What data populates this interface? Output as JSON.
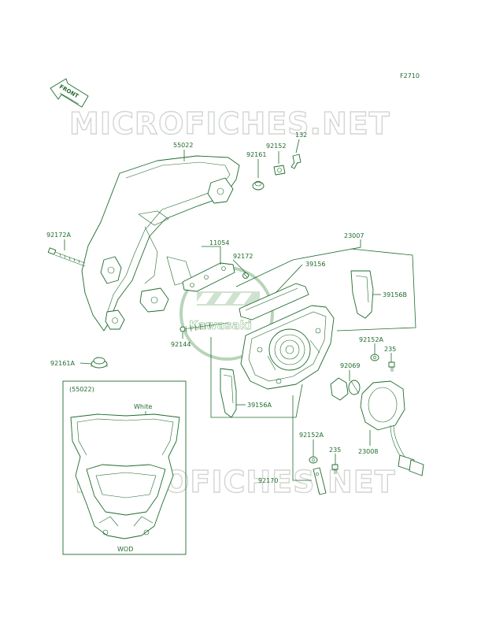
{
  "figure_code": "F2710",
  "front_label": "FRONT",
  "watermark": "MICROFICHES.NET",
  "brand": "Kawasaki",
  "parts": [
    "55022",
    "92161",
    "92152",
    "132",
    "92172A",
    "11054",
    "92172",
    "23007",
    "39156",
    "39156B",
    "92152A",
    "235",
    "92069",
    "92144",
    "92161A",
    "39156A",
    "23008",
    "92152A",
    "235",
    "92170"
  ],
  "variant": {
    "ref": "(55022)",
    "color": "White",
    "label": "WOD"
  },
  "colors": {
    "line": "#1f6b2e",
    "watermark": "#d2d6d2"
  }
}
